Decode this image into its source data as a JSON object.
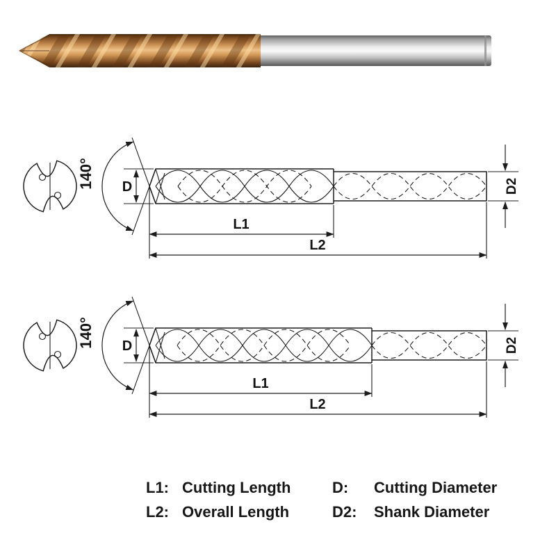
{
  "colors": {
    "flute_coating_bronze": "#c08448",
    "shank_steel_gray": "#cccccc",
    "drawing_line": "#1c1c1c",
    "background": "#ffffff"
  },
  "diagram_labels": {
    "point_angle": "140°",
    "cutting_diameter": "D",
    "shank_diameter": "D2",
    "cutting_length": "L1",
    "overall_length": "L2"
  },
  "legend": {
    "rows": [
      [
        {
          "abbr": "L1:",
          "label": "Cutting Length"
        },
        {
          "abbr": "D:",
          "label": "Cutting Diameter"
        }
      ],
      [
        {
          "abbr": "L2:",
          "label": "Overall Length"
        },
        {
          "abbr": "D2:",
          "label": "Shank Diameter"
        }
      ]
    ]
  }
}
